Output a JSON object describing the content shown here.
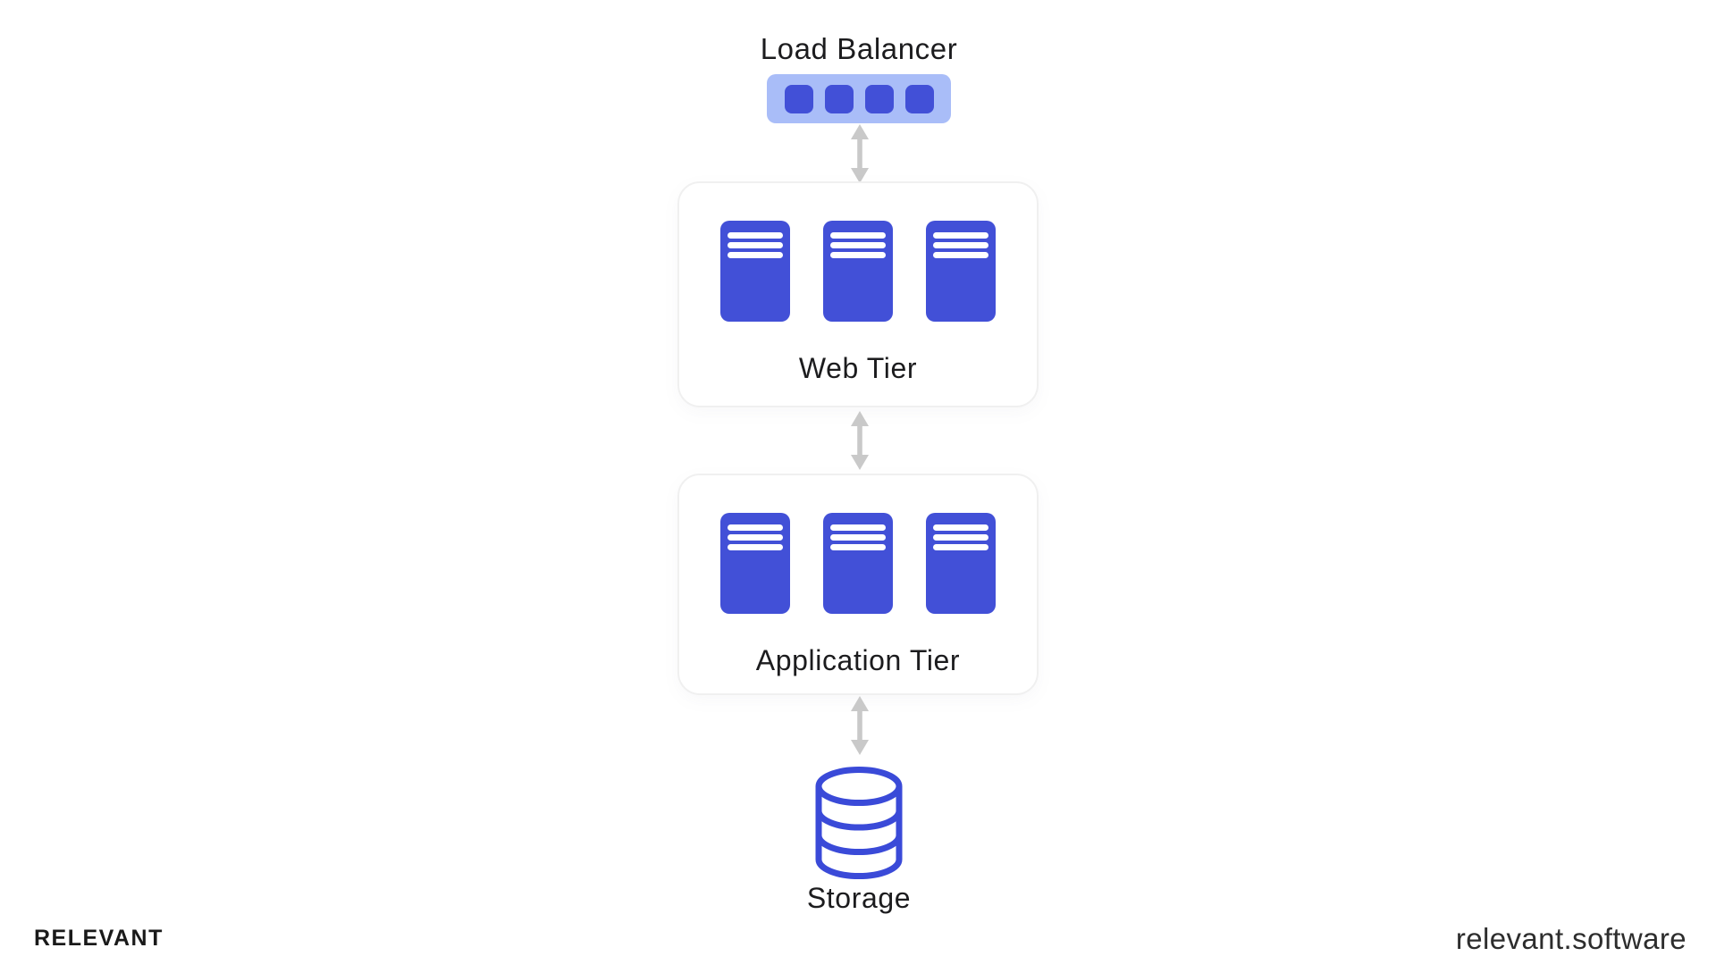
{
  "page": {
    "background": "#ffffff",
    "type": "three-tier architecture diagram"
  },
  "colors": {
    "primary_blue": "#4250d7",
    "load_balancer_bg": "#a9bdf8",
    "storage_outline_blue": "#3a4ad8",
    "arrow_gray": "#c9c9c9",
    "card_border": "#f0f0f0",
    "text_dark": "#1c1c1e"
  },
  "diagram": {
    "load_balancer": {
      "label": "Load Balancer",
      "unit_count": 4
    },
    "web_tier": {
      "label": "Web Tier",
      "server_count": 3
    },
    "application_tier": {
      "label": "Application Tier",
      "server_count": 3
    },
    "storage": {
      "label": "Storage",
      "segment_count": 3
    },
    "connections": [
      {
        "from": "load_balancer",
        "to": "web_tier",
        "style": "double-headed-arrow"
      },
      {
        "from": "web_tier",
        "to": "application_tier",
        "style": "double-headed-arrow"
      },
      {
        "from": "application_tier",
        "to": "storage",
        "style": "double-headed-arrow"
      }
    ]
  },
  "footer": {
    "brand": "RELEVANT",
    "website": "relevant.software"
  }
}
